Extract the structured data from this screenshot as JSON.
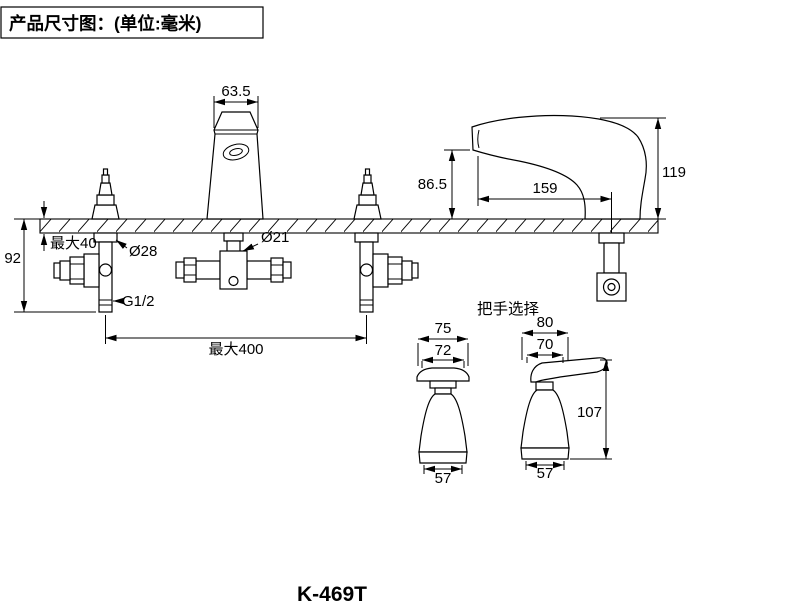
{
  "header": {
    "title": "产品尺寸图：(单位:毫米)"
  },
  "dims": {
    "spout_width": "63.5",
    "deck_thickness": "最大40",
    "under_height": "92",
    "dia_valve": "Ø28",
    "dia_spout": "Ø21",
    "thread": "G1/2",
    "max_span": "最大400",
    "outlet_height": "86.5",
    "reach": "159",
    "total_height": "119"
  },
  "handles": {
    "title": "把手选择",
    "knob": {
      "w1": "75",
      "w2": "72",
      "base": "57"
    },
    "lever": {
      "w1": "80",
      "w2": "70",
      "height": "107",
      "base": "57"
    }
  },
  "footer": {
    "model": "K-469T"
  }
}
